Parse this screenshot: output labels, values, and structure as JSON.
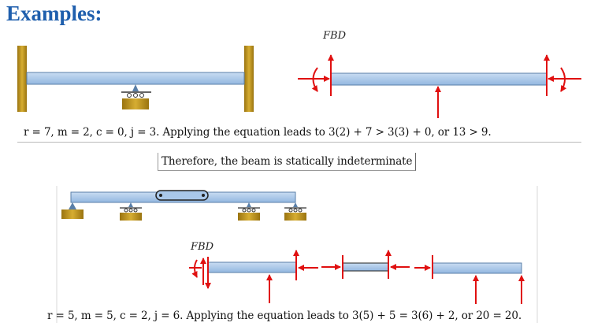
{
  "heading": "Examples:",
  "example1": {
    "fbd_label": "FBD",
    "equation": "r = 7, m = 2, c = 0, j = 3. Applying the equation leads to 3(2) + 7 > 3(3) + 0, or 13 > 9.",
    "conclusion": "Therefore, the beam is statically indeterminate"
  },
  "example2": {
    "fbd_label": "FBD",
    "equation": "r = 5, m = 5, c = 2, j = 6. Applying the equation leads to 3(5) + 5 = 3(6) + 2, or 20 = 20."
  },
  "colors": {
    "heading": "#1f5fad",
    "beam": "#a9c8ea",
    "beam_edge": "#5a7fa8",
    "support": "#c49a1c",
    "force": "#e01010"
  }
}
